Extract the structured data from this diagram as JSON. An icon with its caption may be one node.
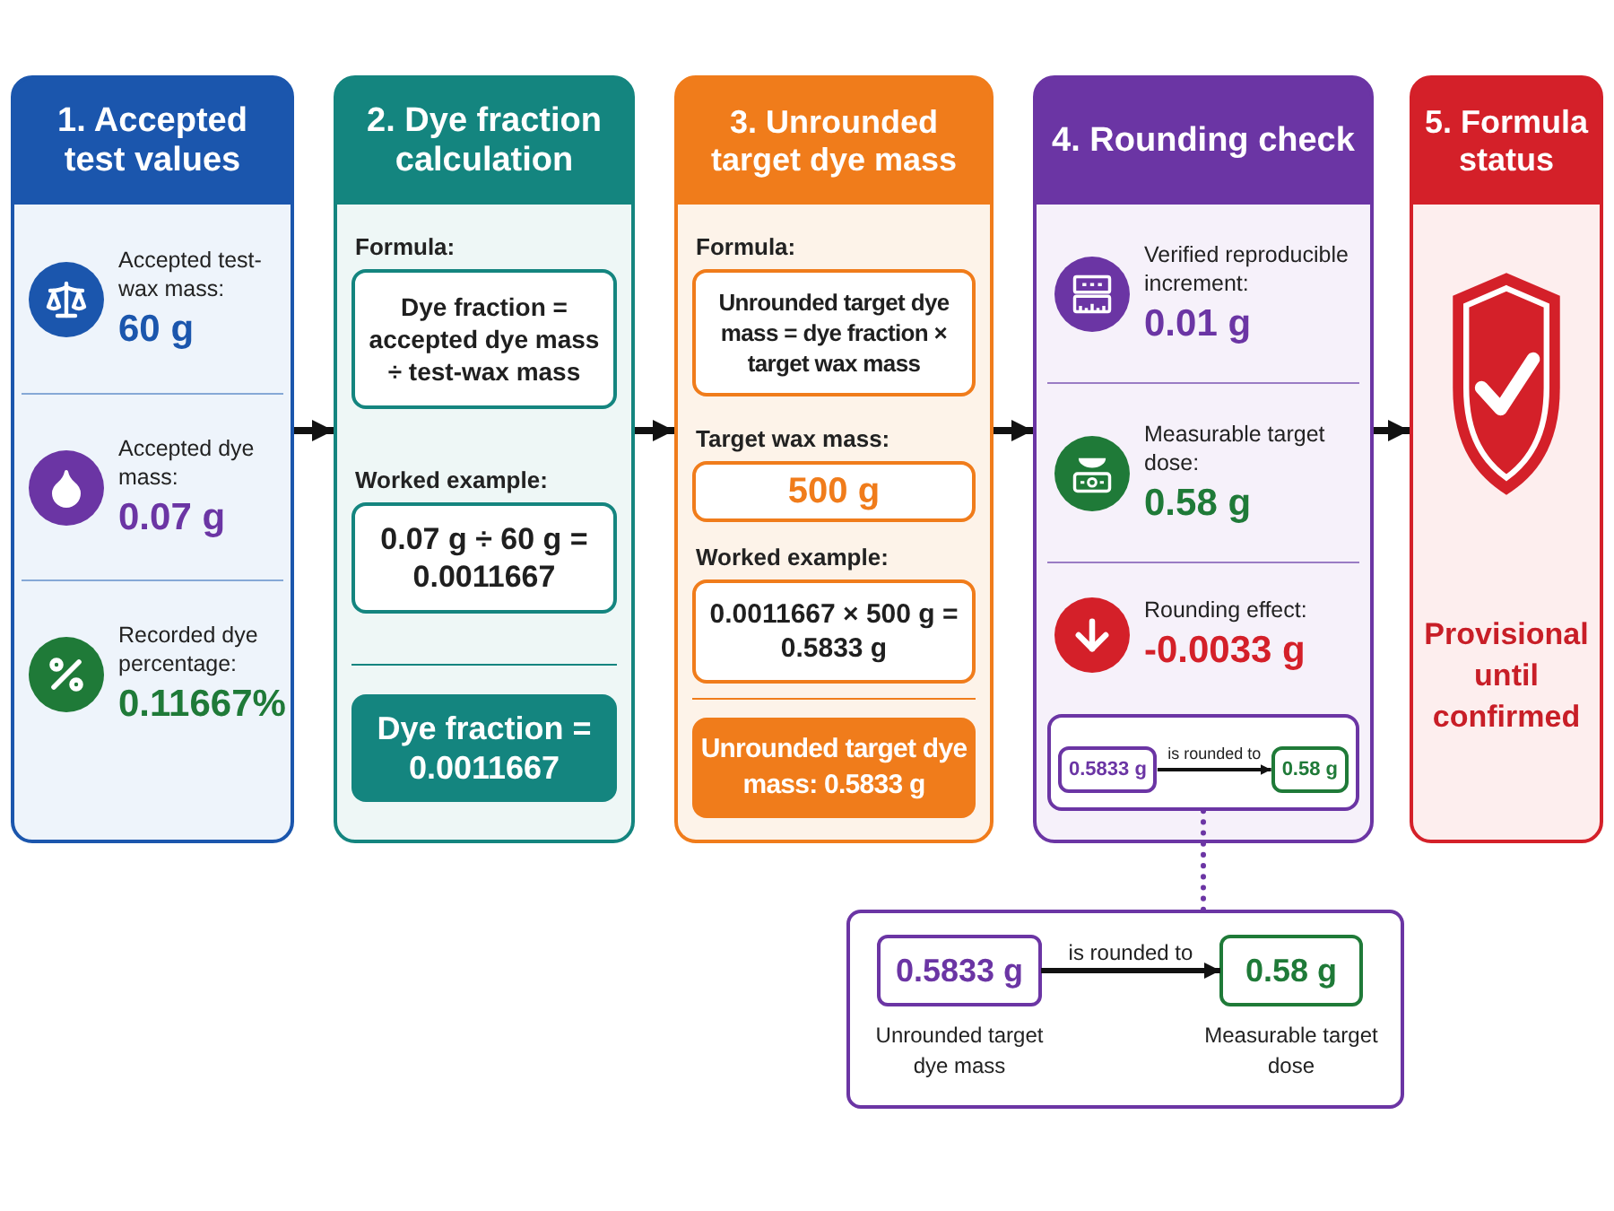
{
  "diagram": {
    "nodes": [
      {
        "text": [
          "1. Accepted test values"
        ]
      },
      {
        "text": [
          "Accepted test-wax mass:",
          "60 g"
        ],
        "in": 0
      },
      {
        "text": [
          "Accepted dye mass:",
          "0.07 g"
        ],
        "in": 0
      },
      {
        "text": [
          "Recorded dye percentage:",
          "0.11667%"
        ],
        "in": 0
      },
      {
        "text": [
          "2. Dye fraction calculation"
        ]
      },
      {
        "text": [
          "Formula:",
          "Dye fraction = accepted dye mass ÷ test-wax mass"
        ],
        "in": 4
      },
      {
        "text": [
          "Worked example:",
          "0.07 g ÷ 60 g = 0.0011667"
        ],
        "in": 4
      },
      {
        "text": [
          "Dye fraction = 0.0011667"
        ],
        "in": 4
      },
      {
        "text": [
          "3. Unrounded target dye mass"
        ]
      },
      {
        "text": [
          "Formula:",
          "Unrounded target dye mass = dye fraction × target wax mass"
        ],
        "in": 8
      },
      {
        "text": [
          "Target wax mass:",
          "500 g"
        ],
        "in": 8
      },
      {
        "text": [
          "Worked example:",
          "0.0011667 × 500 g = 0.5833 g"
        ],
        "in": 8
      },
      {
        "text": [
          "Unrounded target dye mass: 0.5833 g"
        ],
        "in": 8
      },
      {
        "text": [
          "4. Rounding check"
        ]
      },
      {
        "text": [
          "Verified reproducible increment:",
          "0.01 g"
        ],
        "in": 13
      },
      {
        "text": [
          "Measurable target dose:",
          "0.58 g"
        ],
        "in": 13
      },
      {
        "text": [
          "Rounding effect:",
          "-0.0033 g"
        ],
        "in": 13
      },
      {
        "text": [],
        "shape": "box",
        "in": 13
      },
      {
        "text": [
          "0.5833 g"
        ],
        "in": 17
      },
      {
        "text": [
          "0.58 g"
        ],
        "in": 17
      },
      {
        "text": [
          "5. Formula status",
          "Provisional until confirmed"
        ]
      },
      {
        "text": [],
        "shape": "box"
      },
      {
        "text": [
          "0.5833 g"
        ],
        "in": 21,
        "beside": [
          "Unrounded target dye mass"
        ]
      },
      {
        "text": [
          "0.58 g"
        ],
        "in": 21,
        "beside": [
          "Measurable target dose"
        ]
      }
    ],
    "edges": [
      {
        "from": 0,
        "to": 4,
        "arrow": "to"
      },
      {
        "from": 4,
        "to": 8,
        "arrow": "to"
      },
      {
        "from": 8,
        "to": 13,
        "arrow": "to"
      },
      {
        "from": 13,
        "to": 20,
        "arrow": "to"
      },
      {
        "from": 18,
        "to": 19,
        "arrow": "to",
        "label": "is rounded to"
      },
      {
        "from": 17,
        "to": 21,
        "arrow": "none",
        "style": "dashed",
        "color": "#6b35a4"
      },
      {
        "from": 22,
        "to": 23,
        "arrow": "to",
        "label": "is rounded to"
      }
    ]
  }
}
